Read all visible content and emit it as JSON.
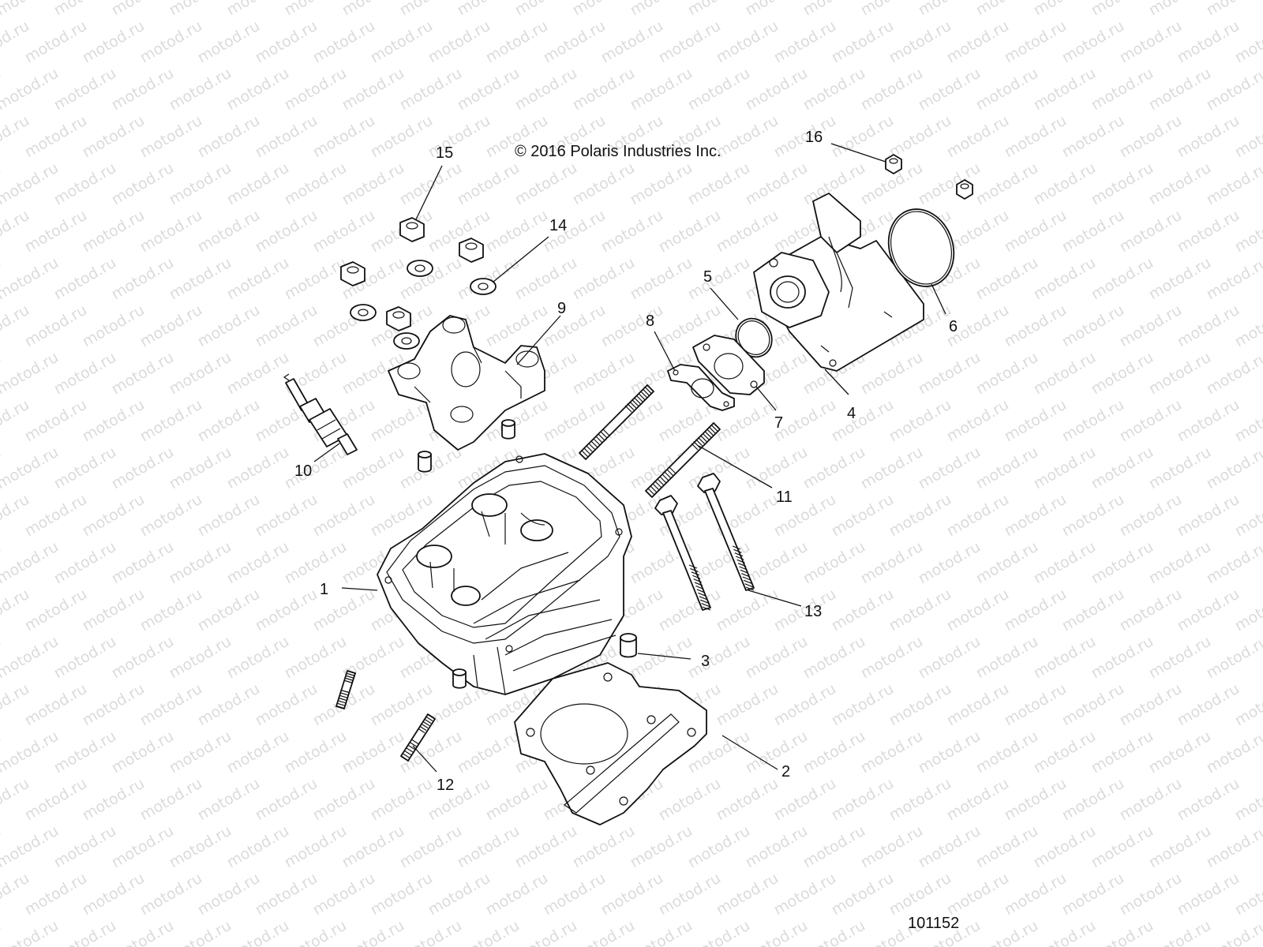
{
  "copyright": "© 2016 Polaris Industries Inc.",
  "figure_number": "101152",
  "watermark": "motod.ru",
  "callouts": [
    {
      "id": "1",
      "label": "1"
    },
    {
      "id": "2",
      "label": "2"
    },
    {
      "id": "3",
      "label": "3"
    },
    {
      "id": "4",
      "label": "4"
    },
    {
      "id": "5",
      "label": "5"
    },
    {
      "id": "6",
      "label": "6"
    },
    {
      "id": "7",
      "label": "7"
    },
    {
      "id": "8",
      "label": "8"
    },
    {
      "id": "9",
      "label": "9"
    },
    {
      "id": "10",
      "label": "10"
    },
    {
      "id": "11",
      "label": "11"
    },
    {
      "id": "12",
      "label": "12"
    },
    {
      "id": "13",
      "label": "13"
    },
    {
      "id": "14",
      "label": "14"
    },
    {
      "id": "15",
      "label": "15"
    },
    {
      "id": "16",
      "label": "16"
    }
  ]
}
